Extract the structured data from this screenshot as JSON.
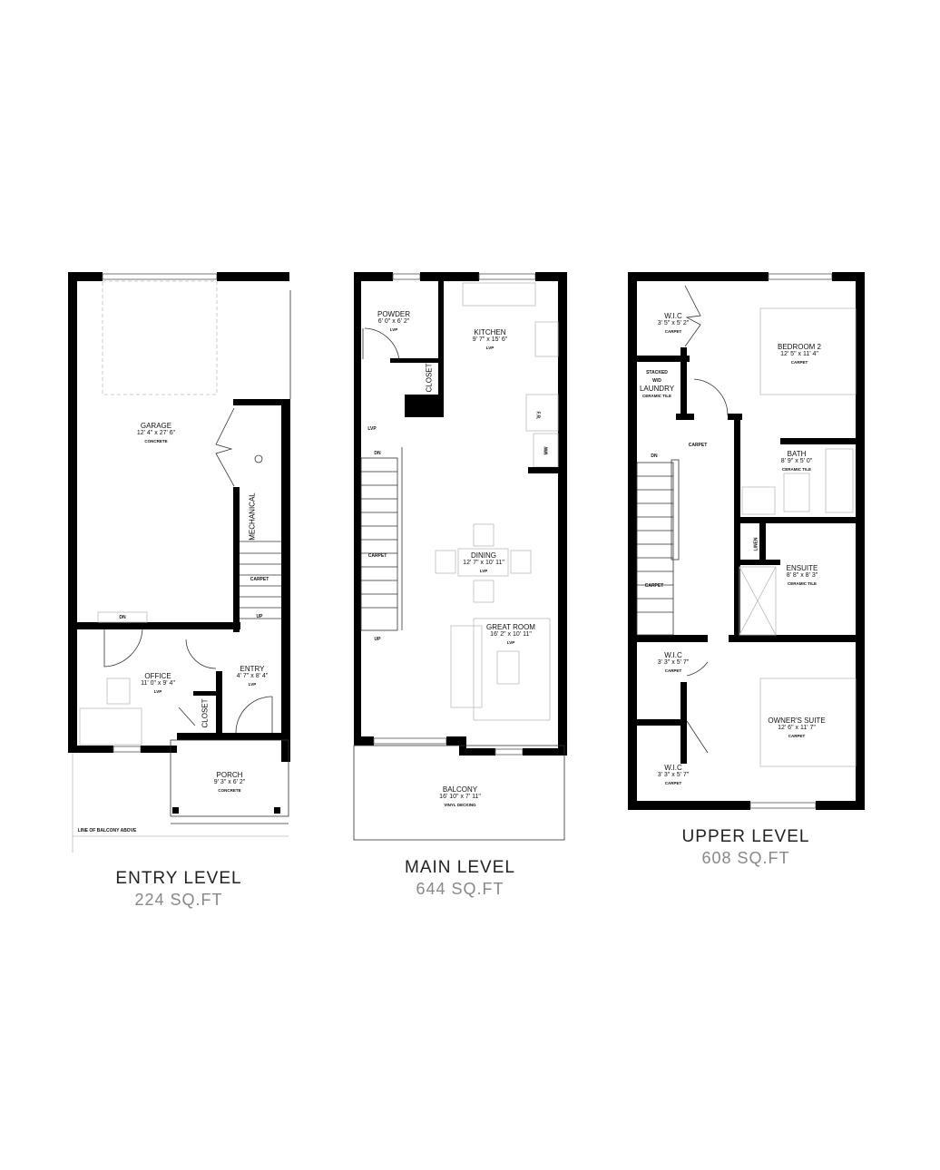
{
  "levels": [
    {
      "title": "ENTRY LEVEL",
      "area": "224 SQ.FT",
      "rooms": [
        {
          "name": "GARAGE",
          "dims": "12' 4\" x 27' 6\"",
          "floor": "CONCRETE"
        },
        {
          "name": "OFFICE",
          "dims": "11' 0\" x 9' 4\"",
          "floor": "LVP"
        },
        {
          "name": "ENTRY",
          "dims": "4' 7\" x 8' 4\"",
          "floor": "LVP"
        },
        {
          "name": "PORCH",
          "dims": "9' 3\" x 6' 2\"",
          "floor": "CONCRETE"
        }
      ],
      "labels": {
        "mechanical": "MECHANICAL",
        "closet": "CLOSET",
        "carpet": "CARPET",
        "up": "UP",
        "dn": "DN",
        "balcony_line": "LINE OF BALCONY ABOVE"
      }
    },
    {
      "title": "MAIN LEVEL",
      "area": "644 SQ.FT",
      "rooms": [
        {
          "name": "POWDER",
          "dims": "6' 0\" x 6' 2\"",
          "floor": "LVP"
        },
        {
          "name": "KITCHEN",
          "dims": "9' 7\" x 15' 6\"",
          "floor": "LVP"
        },
        {
          "name": "DINING",
          "dims": "12' 7\" x 10' 11\"",
          "floor": "LVP"
        },
        {
          "name": "GREAT ROOM",
          "dims": "16' 2\" x 10' 11\"",
          "floor": "LVP"
        },
        {
          "name": "BALCONY",
          "dims": "16' 10\" x 7' 11\"",
          "floor": "VINYL DECKING"
        }
      ],
      "labels": {
        "closet": "CLOSET",
        "lvp": "LVP",
        "dn": "DN",
        "up": "UP",
        "carpet": "CARPET",
        "fridge": "F.R.",
        "microwave": "MW"
      }
    },
    {
      "title": "UPPER LEVEL",
      "area": "608 SQ.FT",
      "rooms": [
        {
          "name": "W.I.C",
          "dims": "3' 5\" x 5' 2\"",
          "floor": "CARPET"
        },
        {
          "name": "BEDROOM 2",
          "dims": "12' 5\" x 11' 4\"",
          "floor": "CARPET"
        },
        {
          "name": "LAUNDRY",
          "dims": "",
          "floor": "CERAMIC TILE"
        },
        {
          "name": "BATH",
          "dims": "8' 9\" x 5' 0\"",
          "floor": "CERAMIC TILE"
        },
        {
          "name": "ENSUITE",
          "dims": "8' 8\" x 8' 3\"",
          "floor": "CERAMIC TILE"
        },
        {
          "name": "W.I.C",
          "dims": "3' 3\" x 5' 7\"",
          "floor": "CARPET"
        },
        {
          "name": "OWNER'S SUITE",
          "dims": "12' 6\" x 11' 7\"",
          "floor": "CARPET"
        },
        {
          "name": "W.I.C",
          "dims": "3' 3\" x 5' 7\"",
          "floor": "CARPET"
        }
      ],
      "labels": {
        "stacked": "STACKED",
        "wd": "W/D",
        "carpet": "CARPET",
        "dn": "DN",
        "linen": "LINEN"
      }
    }
  ]
}
